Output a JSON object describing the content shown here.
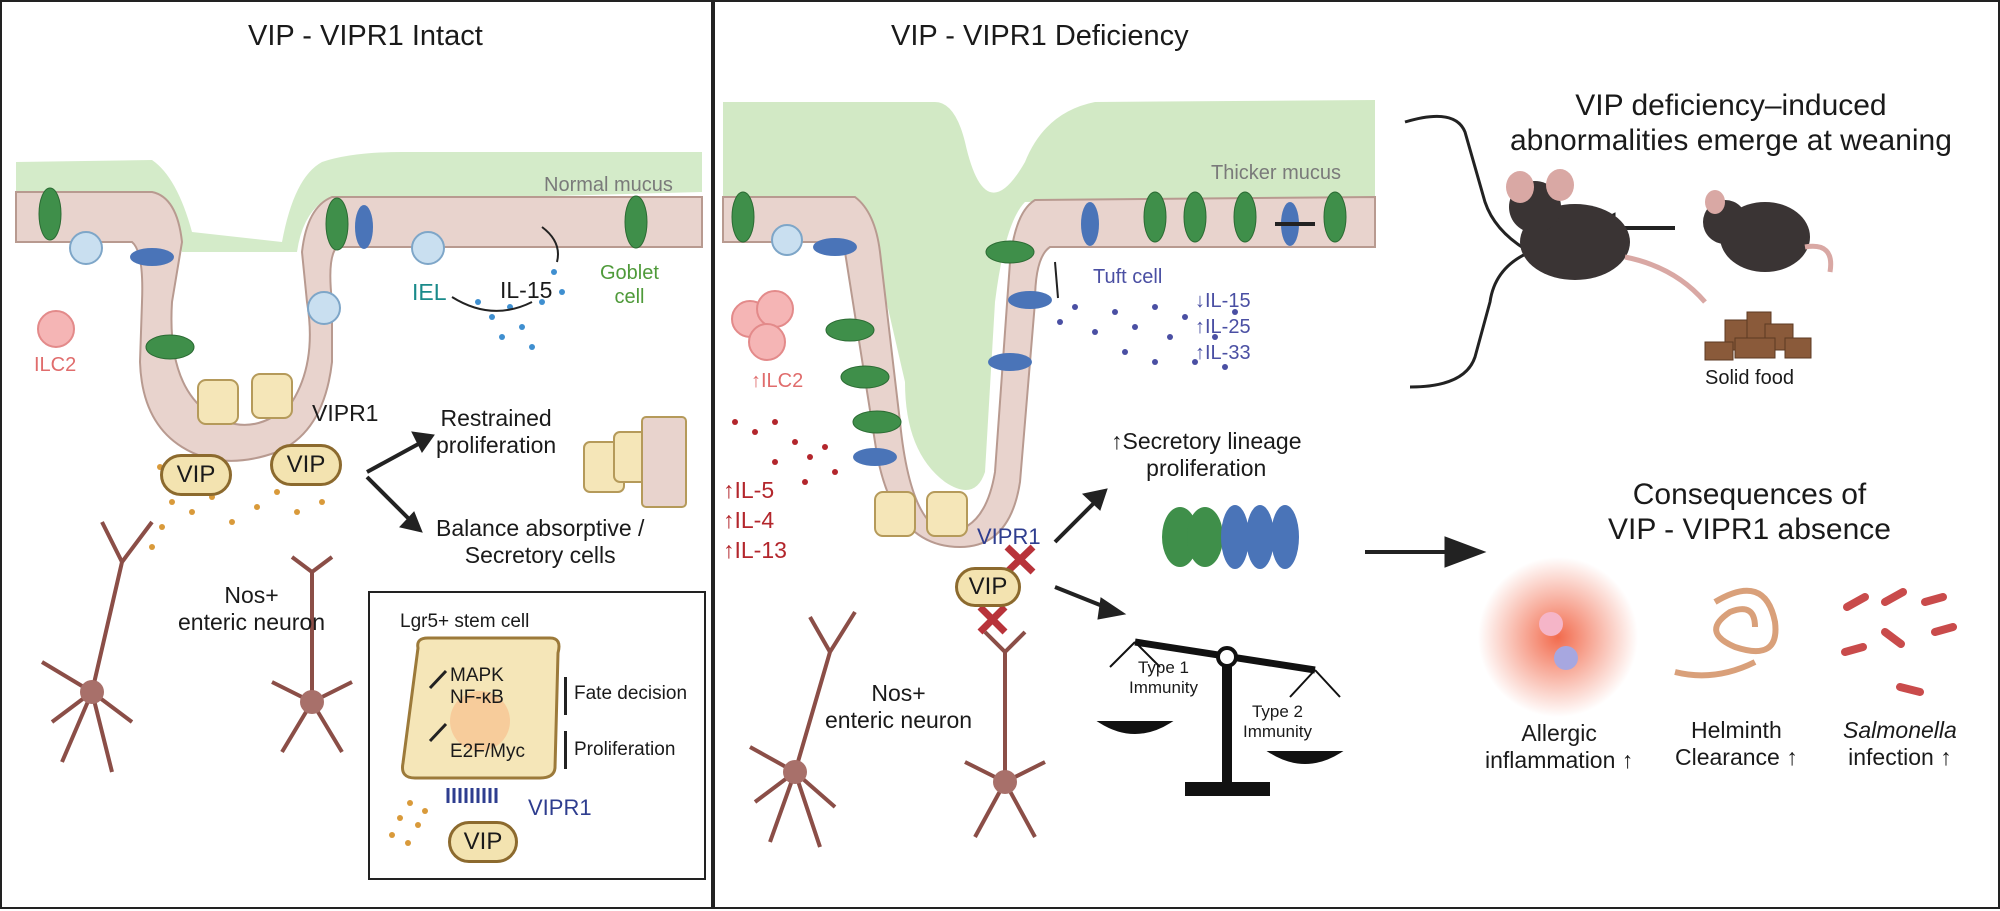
{
  "left_panel": {
    "title": "VIP - VIPR1 Intact",
    "normal_mucus": "Normal mucus",
    "goblet_cell": "Goblet\ncell",
    "iel": "IEL",
    "il15": "IL-15",
    "ilc2": "ILC2",
    "vipr1": "VIPR1",
    "vip": "VIP",
    "restrained_proliferation": "Restrained\nproliferation",
    "balance_cells": "Balance absorptive /\nSecretory cells",
    "neuron": "Nos+\nenteric neuron",
    "inset": {
      "title": "Lgr5+ stem cell",
      "mapk": "MAPK",
      "nfkb": "NF-κB",
      "e2f": "E2F/Myc",
      "fate_decision": "Fate decision",
      "proliferation": "Proliferation",
      "vipr1": "VIPR1",
      "vip": "VIP"
    }
  },
  "right_panel": {
    "title": "VIP - VIPR1 Deficiency",
    "thicker_mucus": "Thicker mucus",
    "tuft_cell": "Tuft cell",
    "il15": "↓IL-15",
    "il25": "↑IL-25",
    "il33": "↑IL-33",
    "ilc2": "↑ILC2",
    "il5": "↑IL-5",
    "il4": "↑IL-4",
    "il13": "↑IL-13",
    "vipr1": "VIPR1",
    "vip": "VIP",
    "neuron": "Nos+\nenteric neuron",
    "secretory": "↑Secretory lineage\nproliferation",
    "type1": "Type 1\nImmunity",
    "type2": "Type 2\nImmunity",
    "weaning": "VIP deficiency–induced\nabnormalities emerge at weaning",
    "solid_food": "Solid food",
    "consequences": "Consequences of\nVIP - VIPR1 absence",
    "allergic": "Allergic\ninflammation ↑",
    "helminth": "Helminth\nClearance ↑",
    "salmonella_italic": "Salmonella",
    "salmonella_rest": "infection ↑"
  },
  "colors": {
    "mucus": "#cde7bf",
    "tissue": "#e8d3cd",
    "goblet": "#3f8f4a",
    "tuft": "#4a74b8",
    "vip_fill": "#f3e3b0",
    "cross": "#b8333a",
    "neuron": "#8b4e47"
  }
}
